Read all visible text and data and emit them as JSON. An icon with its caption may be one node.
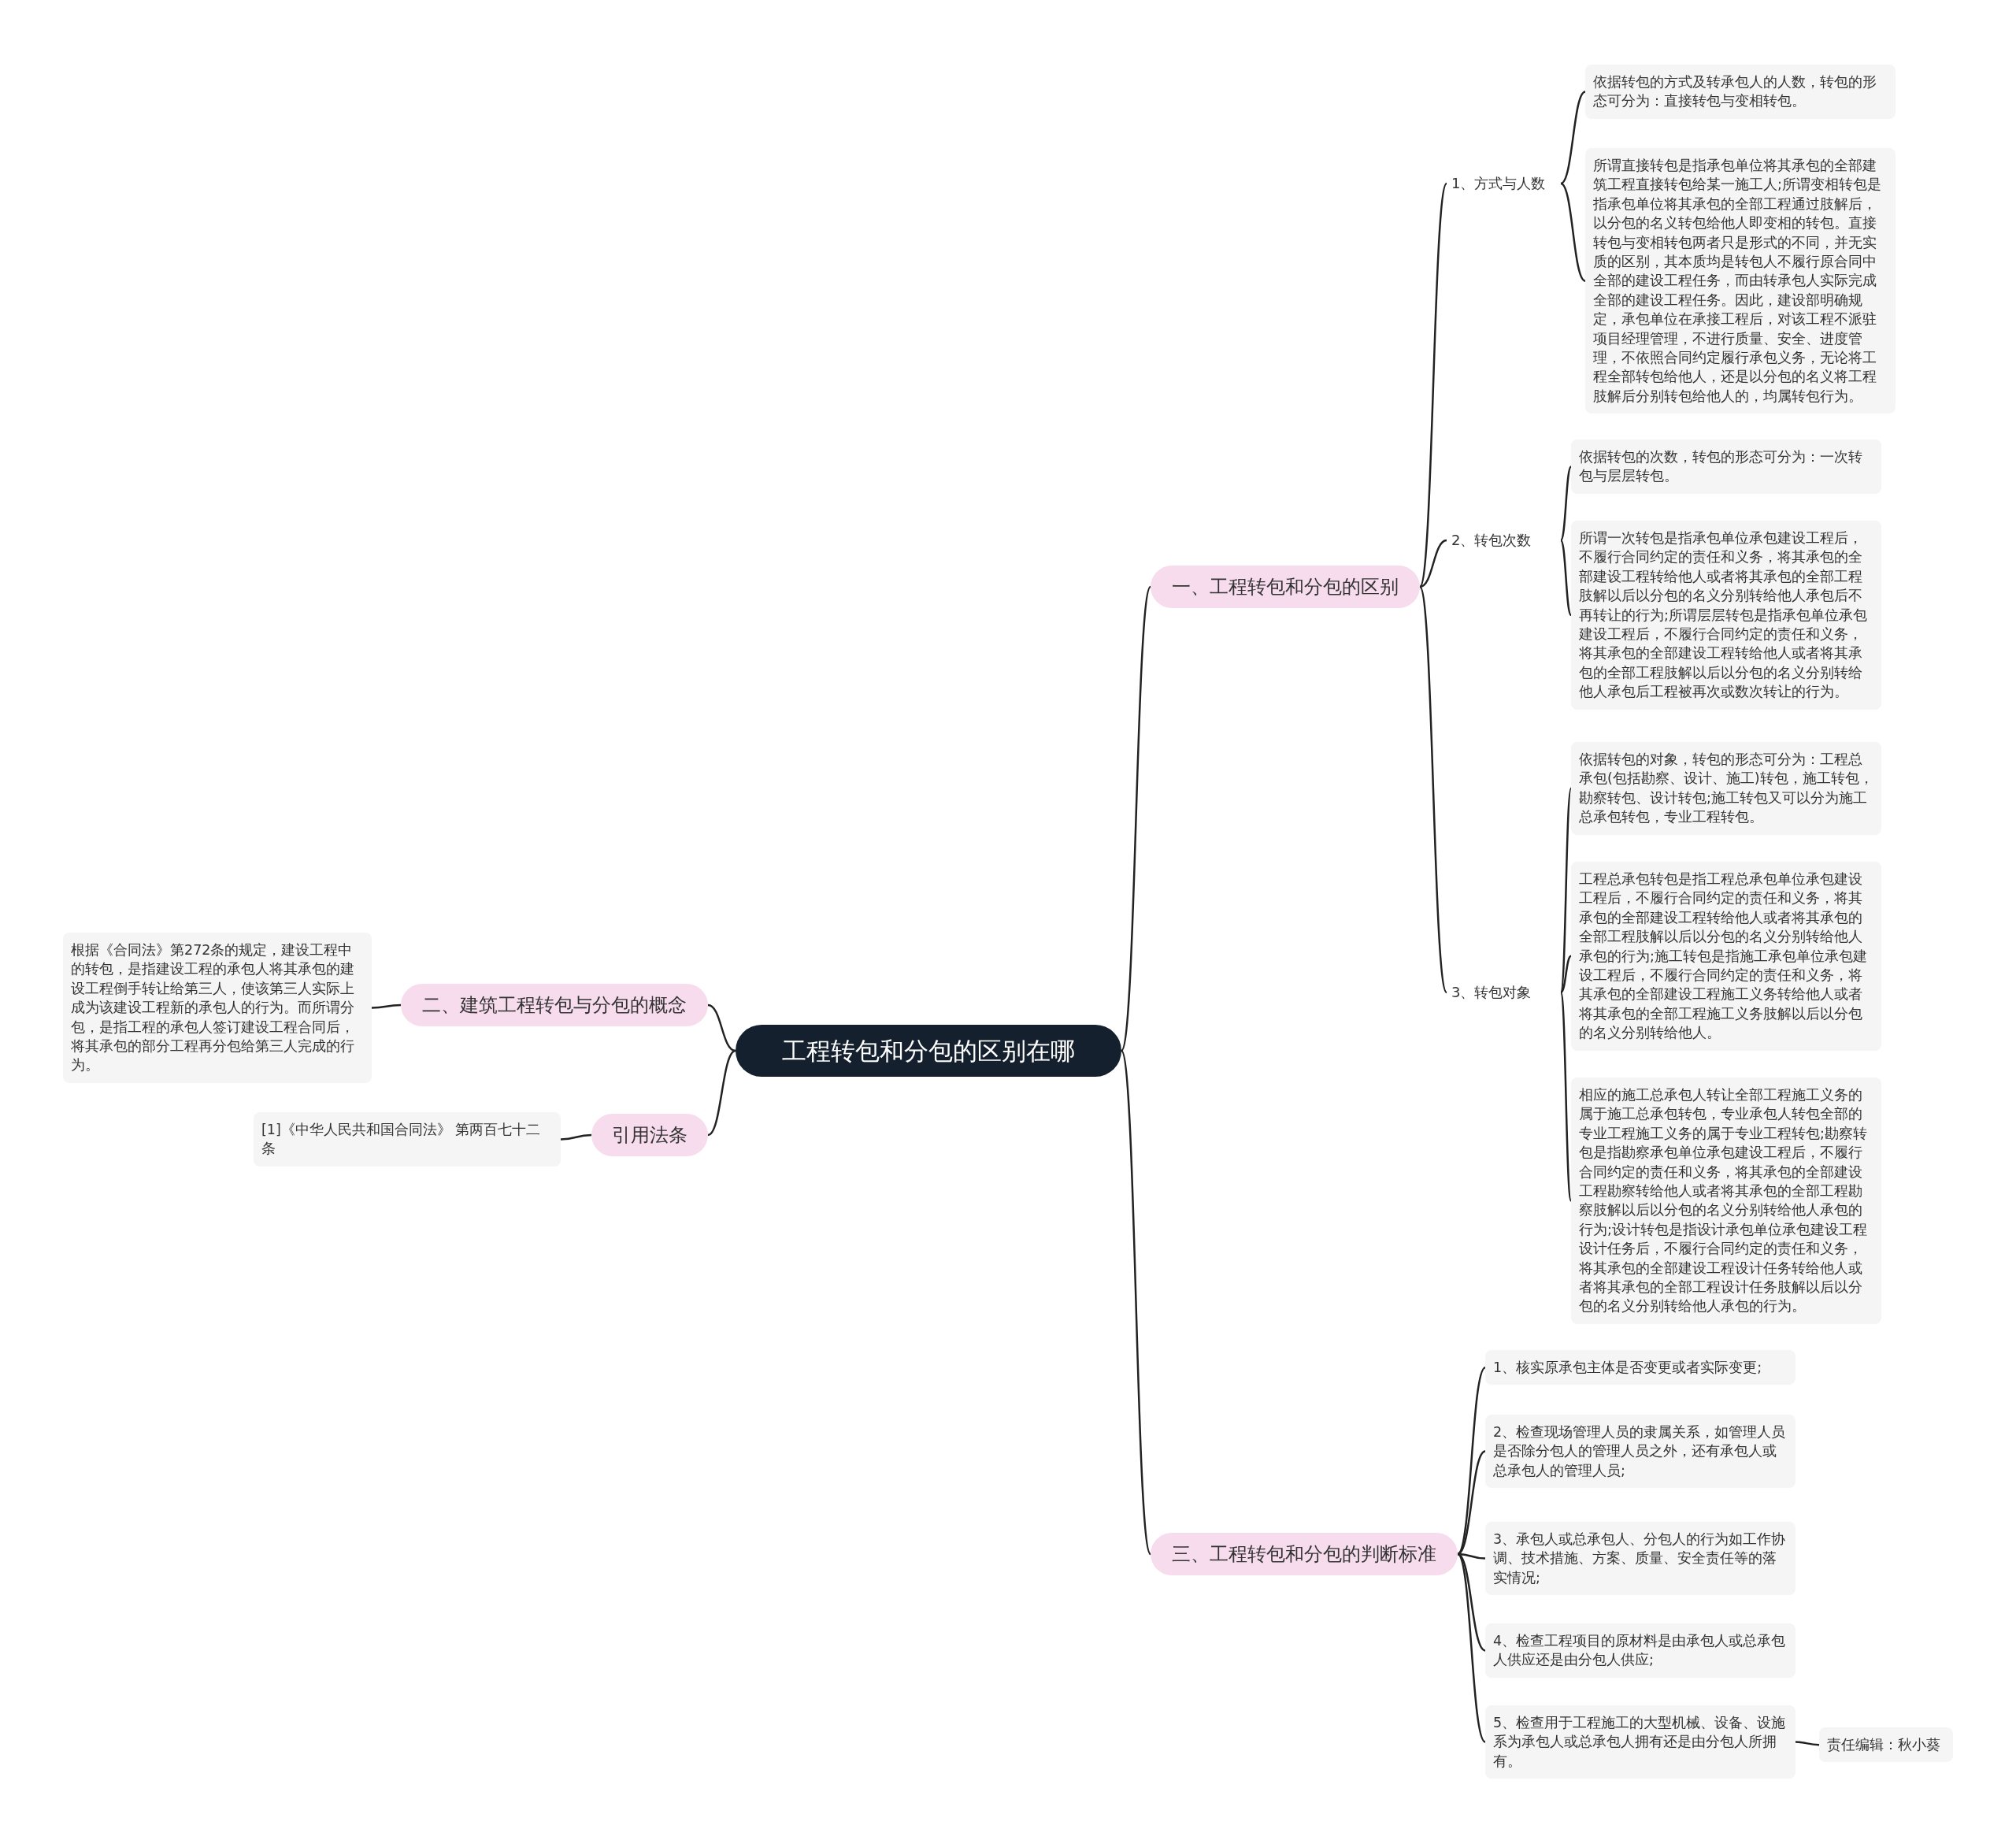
{
  "diagram": {
    "nodes": [
      {
        "text": [
          "工程转包和分包的区别在哪"
        ]
      },
      {
        "text": [
          "一、工程转包和分包的区别"
        ]
      },
      {
        "text": [
          "1、方式与人数"
        ]
      },
      {
        "text": [
          "依据转包的方式及转承包人的人数，转包的形态可分为：直接转包与变相转包。"
        ]
      },
      {
        "text": [
          "所谓直接转包是指承包单位将其承包的全部建筑工程直接转包给某一施工人;所谓变相转包是指承包单位将其承包的全部工程通过肢解后，以分包的名义转包给他人即变相的转包。直接转包与变相转包两者只是形式的不同，并无实质的区别，其本质均是转包人不履行原合同中全部的建设工程任务，而由转承包人实际完成全部的建设工程任务。因此，建设部明确规定，承包单位在承接工程后，对该工程不派驻项目经理管理，不进行质量、安全、进度管理，不依照合同约定履行承包义务，无论将工程全部转包给他人，还是以分包的名义将工程肢解后分别转包给他人的，均属转包行为。"
        ]
      },
      {
        "text": [
          "2、转包次数"
        ]
      },
      {
        "text": [
          "依据转包的次数，转包的形态可分为：一次转包与层层转包。"
        ]
      },
      {
        "text": [
          "所谓一次转包是指承包单位承包建设工程后，不履行合同约定的责任和义务，将其承包的全部建设工程转给他人或者将其承包的全部工程肢解以后以分包的名义分别转给他人承包后不再转让的行为;所谓层层转包是指承包单位承包建设工程后，不履行合同约定的责任和义务，将其承包的全部建设工程转给他人或者将其承包的全部工程肢解以后以分包的名义分别转给他人承包后工程被再次或数次转让的行为。"
        ]
      },
      {
        "text": [
          "3、转包对象"
        ]
      },
      {
        "text": [
          "依据转包的对象，转包的形态可分为：工程总承包(包括勘察、设计、施工)转包，施工转包，勘察转包、设计转包;施工转包又可以分为施工总承包转包，专业工程转包。"
        ]
      },
      {
        "text": [
          "工程总承包转包是指工程总承包单位承包建设工程后，不履行合同约定的责任和义务，将其承包的全部建设工程转给他人或者将其承包的全部工程肢解以后以分包的名义分别转给他人承包的行为;施工转包是指施工承包单位承包建设工程后，不履行合同约定的责任和义务，将其承包的全部建设工程施工义务转给他人或者将其承包的全部工程施工义务肢解以后以分包的名义分别转给他人。"
        ]
      },
      {
        "text": [
          "相应的施工总承包人转让全部工程施工义务的属于施工总承包转包，专业承包人转包全部的专业工程施工义务的属于专业工程转包;勘察转包是指勘察承包单位承包建设工程后，不履行合同约定的责任和义务，将其承包的全部建设工程勘察转给他人或者将其承包的全部工程勘察肢解以后以分包的名义分别转给他人承包的行为;设计转包是指设计承包单位承包建设工程设计任务后，不履行合同约定的责任和义务，将其承包的全部建设工程设计任务转给他人或者将其承包的全部工程设计任务肢解以后以分包的名义分别转给他人承包的行为。"
        ]
      },
      {
        "text": [
          "二、建筑工程转包与分包的概念"
        ]
      },
      {
        "text": [
          "根据《合同法》第272条的规定，建设工程中的转包，是指建设工程的承包人将其承包的建设工程倒手转让给第三人，使该第三人实际上成为该建设工程新的承包人的行为。而所谓分包，是指工程的承包人签订建设工程合同后，将其承包的部分工程再分包给第三人完成的行为。"
        ]
      },
      {
        "text": [
          "引用法条"
        ]
      },
      {
        "text": [
          "[1]《中华人民共和国合同法》 第两百七十二条"
        ]
      },
      {
        "text": [
          "三、工程转包和分包的判断标准"
        ]
      },
      {
        "text": [
          "1、核实原承包主体是否变更或者实际变更;"
        ]
      },
      {
        "text": [
          "2、检查现场管理人员的隶属关系，如管理人员是否除分包人的管理人员之外，还有承包人或总承包人的管理人员;"
        ]
      },
      {
        "text": [
          "3、承包人或总承包人、分包人的行为如工作协调、技术措施、方案、质量、安全责任等的落实情况;"
        ]
      },
      {
        "text": [
          "4、检查工程项目的原材料是由承包人或总承包人供应还是由分包人供应;"
        ]
      },
      {
        "text": [
          "5、检查用于工程施工的大型机械、设备、设施系为承包人或总承包人拥有还是由分包人所拥有。"
        ]
      },
      {
        "text": [
          "责任编辑：秋小葵"
        ]
      }
    ],
    "edges": [
      {
        "from": 0,
        "to": 1,
        "arrow": "none"
      },
      {
        "from": 0,
        "to": 12,
        "arrow": "none"
      },
      {
        "from": 0,
        "to": 14,
        "arrow": "none"
      },
      {
        "from": 0,
        "to": 16,
        "arrow": "none"
      },
      {
        "from": 1,
        "to": 2,
        "arrow": "none"
      },
      {
        "from": 1,
        "to": 5,
        "arrow": "none"
      },
      {
        "from": 1,
        "to": 8,
        "arrow": "none"
      },
      {
        "from": 2,
        "to": 3,
        "arrow": "none"
      },
      {
        "from": 2,
        "to": 4,
        "arrow": "none"
      },
      {
        "from": 5,
        "to": 6,
        "arrow": "none"
      },
      {
        "from": 5,
        "to": 7,
        "arrow": "none"
      },
      {
        "from": 8,
        "to": 9,
        "arrow": "none"
      },
      {
        "from": 8,
        "to": 10,
        "arrow": "none"
      },
      {
        "from": 8,
        "to": 11,
        "arrow": "none"
      },
      {
        "from": 12,
        "to": 13,
        "arrow": "none"
      },
      {
        "from": 14,
        "to": 15,
        "arrow": "none"
      },
      {
        "from": 16,
        "to": 17,
        "arrow": "none"
      },
      {
        "from": 16,
        "to": 18,
        "arrow": "none"
      },
      {
        "from": 16,
        "to": 19,
        "arrow": "none"
      },
      {
        "from": 16,
        "to": 20,
        "arrow": "none"
      },
      {
        "from": 16,
        "to": 21,
        "arrow": "none"
      },
      {
        "from": 21,
        "to": 22,
        "arrow": "none"
      }
    ]
  }
}
